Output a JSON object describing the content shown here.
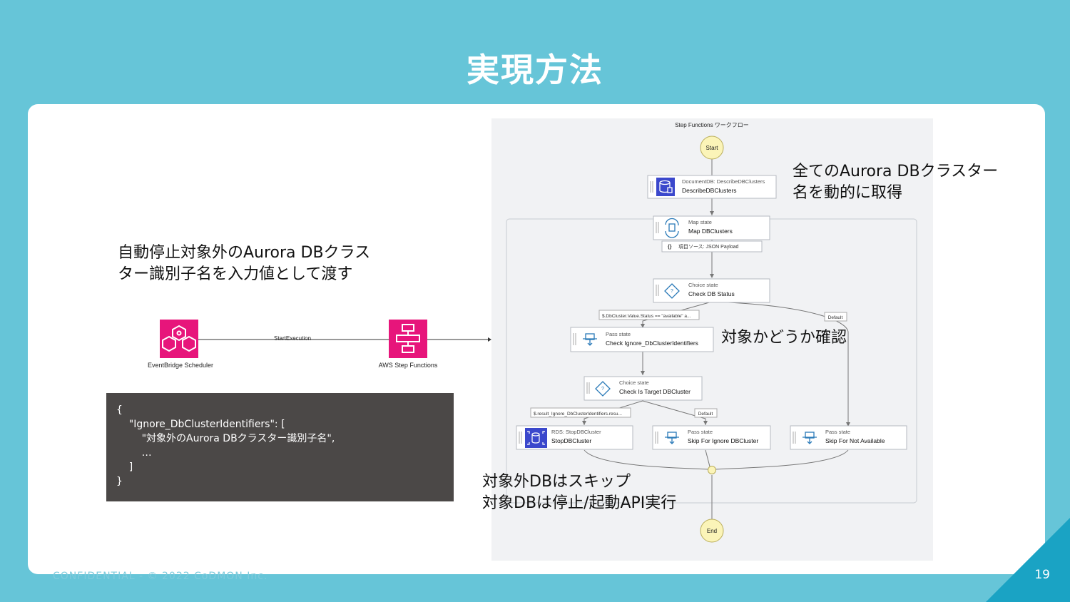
{
  "slide": {
    "title": "実現方法",
    "footer": "CONFIDENTIAL - © 2022 CoDMON Inc.",
    "page_number": "19"
  },
  "notes": {
    "left_line1": "自動停止対象外のAurora DBクラス",
    "left_line2": "ター識別子名を入力値として渡す",
    "top_right_line1": "全てのAurora DBクラスター",
    "top_right_line2": "名を動的に取得",
    "middle_right": "対象かどうか確認",
    "bottom_line1": "対象外DBはスキップ",
    "bottom_line2": "対象DBは停止/起動API実行"
  },
  "pipeline": {
    "source_label": "EventBridge Scheduler",
    "edge_label": "StartExecution",
    "target_label": "AWS Step Functions",
    "source_color": "#e7157b",
    "target_color": "#e7157b"
  },
  "code": {
    "line1": "{",
    "line2": "    \"Ignore_DbClusterIdentifiers\": [",
    "line3": "        \"対象外のAurora DBクラスター識別子名\",",
    "line4": "        …",
    "line5": "    ]",
    "line6": "}"
  },
  "workflow": {
    "title": "Step Functions ワークフロー",
    "start": "Start",
    "end": "End",
    "describe_type": "DocumentDB: DescribeDBClusters",
    "describe_name": "DescribeDBClusters",
    "map_type": "Map state",
    "map_name": "Map DBClusters",
    "map_source": "項目ソース: JSON Payload",
    "choice1_type": "Choice state",
    "choice1_name": "Check DB Status",
    "cond1": "$.DbCluster.Value.Status == \"available\" a...",
    "default1": "Default",
    "pass1_type": "Pass state",
    "pass1_name": "Check Ignore_DbClusterIdentifiers",
    "choice2_type": "Choice state",
    "choice2_name": "Check Is Target DBCluster",
    "cond2": "$.result_Ignore_DbClusterIdentifiers.resu...",
    "default2": "Default",
    "rds_type": "RDS: StopDBCluster",
    "rds_name": "StopDBCluster",
    "pass2_type": "Pass state",
    "pass2_name": "Skip For Ignore DBCluster",
    "pass3_type": "Pass state",
    "pass3_name": "Skip For Not Available"
  }
}
